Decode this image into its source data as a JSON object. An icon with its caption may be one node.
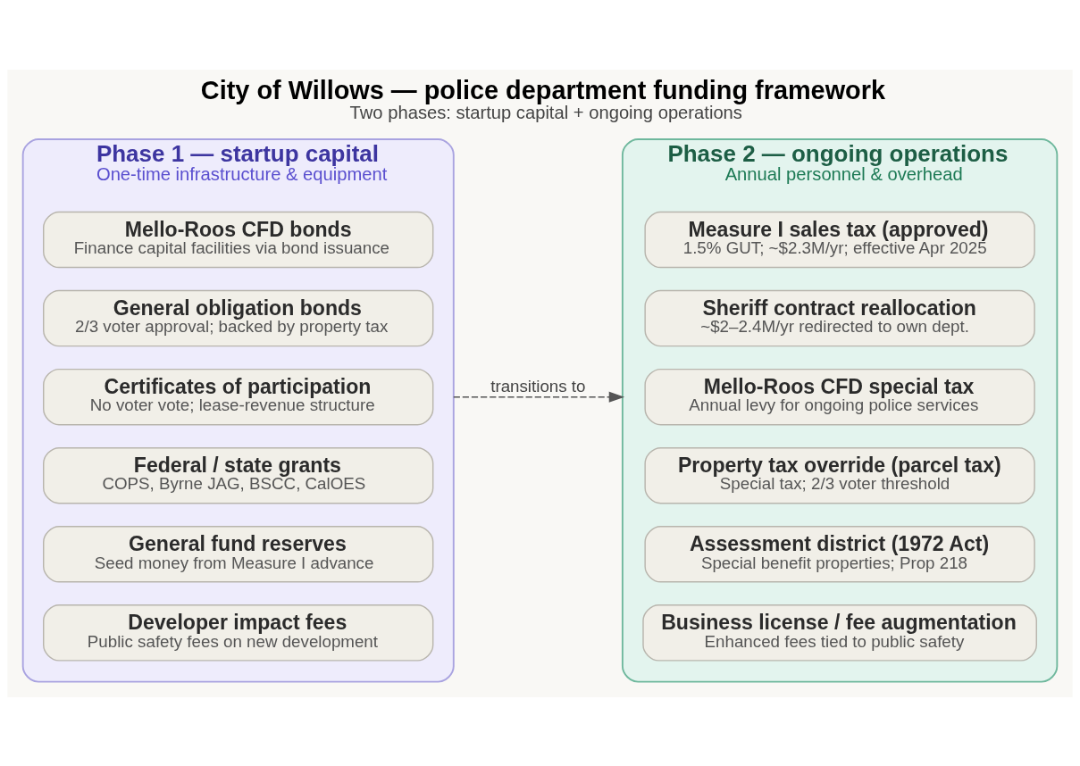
{
  "diagram": {
    "title": "City of Willows — police department funding framework",
    "caption": "Two phases: startup capital + ongoing operations",
    "nodes": [
      {
        "text": [
          "Phase 1 — startup capital",
          "One-time infrastructure & equipment"
        ]
      },
      {
        "text": [
          "Mello-Roos CFD bonds",
          "Finance capital facilities via bond issuance"
        ],
        "in": 0
      },
      {
        "text": [
          "General obligation bonds",
          "2/3 voter approval; backed by property tax"
        ],
        "in": 0
      },
      {
        "text": [
          "Certificates of participation",
          "No voter vote; lease-revenue structure"
        ],
        "in": 0
      },
      {
        "text": [
          "Federal / state grants",
          "COPS, Byrne JAG, BSCC, CalOES"
        ],
        "in": 0
      },
      {
        "text": [
          "General fund reserves",
          "Seed money from Measure I advance"
        ],
        "in": 0
      },
      {
        "text": [
          "Developer impact fees",
          "Public safety fees on new development"
        ],
        "in": 0
      },
      {
        "text": [
          "Phase 2 — ongoing operations",
          "Annual personnel & overhead"
        ]
      },
      {
        "text": [
          "Measure I sales tax (approved)",
          "1.5% GUT; ~$2.3M/yr; effective Apr 2025"
        ],
        "in": 7
      },
      {
        "text": [
          "Sheriff contract reallocation",
          "~$2–2.4M/yr redirected to own dept."
        ],
        "in": 7
      },
      {
        "text": [
          "Mello-Roos CFD special tax",
          "Annual levy for ongoing police services"
        ],
        "in": 7
      },
      {
        "text": [
          "Property tax override (parcel tax)",
          "Special tax; 2/3 voter threshold"
        ],
        "in": 7
      },
      {
        "text": [
          "Assessment district (1972 Act)",
          "Special benefit properties; Prop 218"
        ],
        "in": 7
      },
      {
        "text": [
          "Business license / fee augmentation",
          "Enhanced fees tied to public safety"
        ],
        "in": 7
      }
    ],
    "edges": [
      {
        "from": 0,
        "to": 7,
        "arrow": "to",
        "label": "transitions to",
        "style": "dashed"
      }
    ]
  }
}
